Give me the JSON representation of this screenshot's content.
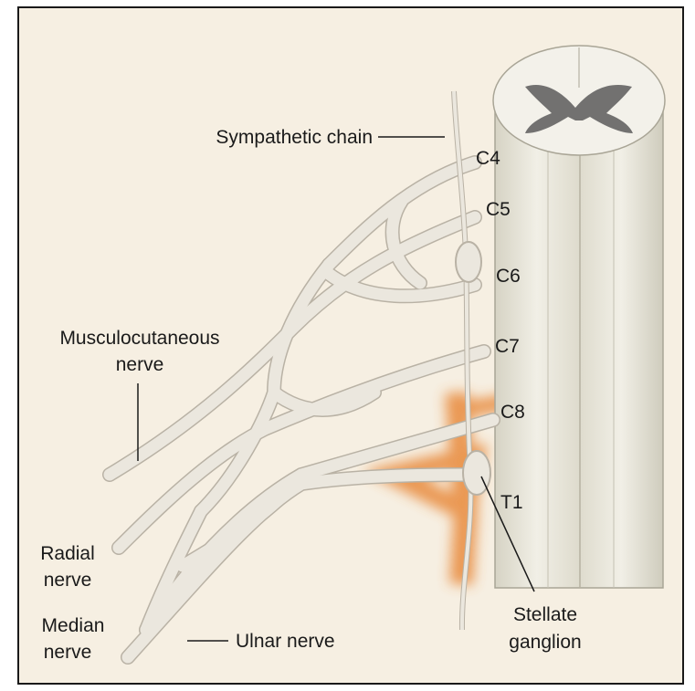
{
  "labels": {
    "sympathetic_chain": "Sympathetic chain",
    "c4": "C4",
    "c5": "C5",
    "c6": "C6",
    "c7": "C7",
    "c8": "C8",
    "t1": "T1",
    "musculocutaneous_line1": "Musculocutaneous",
    "musculocutaneous_line2": "nerve",
    "radial_line1": "Radial",
    "radial_line2": "nerve",
    "median_line1": "Median",
    "median_line2": "nerve",
    "ulnar": "Ulnar nerve",
    "stellate_line1": "Stellate",
    "stellate_line2": "ganglion"
  },
  "colors": {
    "background": "#f6efe2",
    "nerve_fill": "#ebe7de",
    "nerve_edge": "#b9b2a5",
    "cord_fill": "#e6e3d6",
    "gray_matter": "#5a5a5a",
    "highlight_glow": "#e8893a",
    "frame": "#1a1a1a"
  }
}
